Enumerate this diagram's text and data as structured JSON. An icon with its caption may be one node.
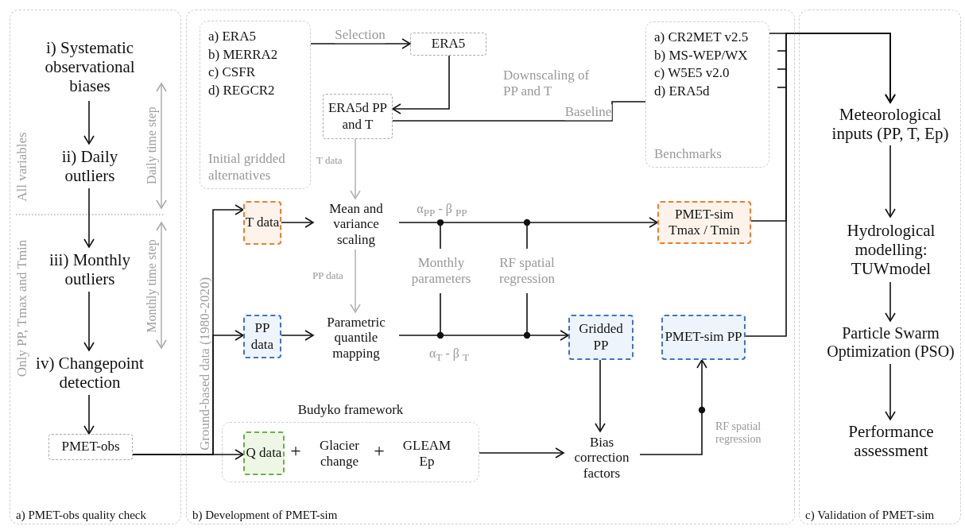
{
  "diagram": {
    "nodes": [
      {
        "text": [
          "a) PMET-obs quality check"
        ]
      },
      {
        "text": [
          "b) Development of PMET-sim"
        ]
      },
      {
        "text": [
          "c) Validation of PMET-sim"
        ]
      },
      {
        "text": [
          "i) Systematic observational biases"
        ],
        "in": 0
      },
      {
        "text": [
          "ii) Daily outliers"
        ],
        "in": 0
      },
      {
        "text": [
          "iii) Monthly outliers"
        ],
        "in": 0
      },
      {
        "text": [
          "iv) Changepoint detection"
        ],
        "in": 0
      },
      {
        "text": [
          "PMET-obs"
        ],
        "in": 0
      },
      {
        "text": [
          "a) ERA5",
          "b) MERRA2",
          "c) CSFR",
          "d) REGCR2",
          "Initial gridded alternatives"
        ],
        "in": 1
      },
      {
        "text": [
          "ERA5"
        ],
        "in": 1
      },
      {
        "text": [
          "ERA5d PP and T"
        ],
        "in": 1
      },
      {
        "text": [
          "a) CR2MET v2.5",
          "b) MS-WEP/WX",
          "c) W5E5 v2.0",
          "d) ERA5d",
          "Benchmarks"
        ],
        "in": 1
      },
      {
        "text": [
          "T data"
        ],
        "in": 1
      },
      {
        "text": [
          "Mean and variance scaling"
        ],
        "in": 1
      },
      {
        "text": [
          "PMET-sim Tmax / Tmin"
        ],
        "in": 1
      },
      {
        "text": [
          "PP data"
        ],
        "in": 1
      },
      {
        "text": [
          "Parametric quantile mapping"
        ],
        "in": 1
      },
      {
        "text": [
          "Gridded PP"
        ],
        "in": 1
      },
      {
        "text": [
          "PMET-sim PP"
        ],
        "in": 1
      },
      {
        "text": [
          "Budyko framework"
        ],
        "in": 1
      },
      {
        "text": [
          "Q data"
        ],
        "in": 19
      },
      {
        "text": [
          "Glacier change"
        ],
        "in": 19
      },
      {
        "text": [
          "GLEAM Ep"
        ],
        "in": 19
      },
      {
        "text": [
          "Bias correction factors"
        ],
        "in": 1
      },
      {
        "text": [
          "Meteorological inputs (PP, T, Ep)"
        ],
        "in": 2
      },
      {
        "text": [
          "Hydrological modelling: TUWmodel"
        ],
        "in": 2
      },
      {
        "text": [
          "Particle Swarm Optimization (PSO)"
        ],
        "in": 2
      },
      {
        "text": [
          "Performance assessment"
        ],
        "in": 2
      }
    ],
    "edges": [
      {
        "from": 3,
        "to": 4,
        "arrow": "to"
      },
      {
        "from": 4,
        "to": 5,
        "arrow": "to"
      },
      {
        "from": 5,
        "to": 6,
        "arrow": "to"
      },
      {
        "from": 6,
        "to": 7,
        "arrow": "to"
      },
      {
        "from": 7,
        "to": 12,
        "arrow": "to"
      },
      {
        "from": 7,
        "to": 15,
        "arrow": "to"
      },
      {
        "from": 7,
        "to": 20,
        "arrow": "to"
      },
      {
        "from": 8,
        "to": 9,
        "arrow": "to",
        "label": "Selection"
      },
      {
        "from": 9,
        "to": 10,
        "arrow": "to",
        "label": "Downscaling of PP and T"
      },
      {
        "from": 10,
        "to": 11,
        "arrow": "none",
        "label": "Baseline"
      },
      {
        "from": 10,
        "to": 13,
        "arrow": "to",
        "label": "T data",
        "color": "#b4b4b4"
      },
      {
        "from": 12,
        "to": 13,
        "arrow": "to"
      },
      {
        "from": 13,
        "to": 16,
        "arrow": "to",
        "label": "PP data",
        "color": "#b4b4b4"
      },
      {
        "from": 13,
        "to": 14,
        "arrow": "to",
        "label": "α$_{PP}$ - β $_{PP}$"
      },
      {
        "from": 15,
        "to": 16,
        "arrow": "to"
      },
      {
        "from": 16,
        "to": 17,
        "arrow": "to",
        "label": "α$_{T}$ - β $_{T}$"
      },
      {
        "from": 17,
        "to": 23,
        "arrow": "to"
      },
      {
        "from": 19,
        "to": 23,
        "arrow": "to"
      },
      {
        "from": 23,
        "to": 18,
        "arrow": "to",
        "label": "RF spatial regression"
      },
      {
        "from": 14,
        "to": 24,
        "arrow": "to"
      },
      {
        "from": 18,
        "to": 24,
        "arrow": "to"
      },
      {
        "from": 11,
        "to": 24,
        "arrow": "to"
      },
      {
        "from": 24,
        "to": 25,
        "arrow": "to"
      },
      {
        "from": 25,
        "to": 26,
        "arrow": "to"
      },
      {
        "from": 26,
        "to": 27,
        "arrow": "to"
      }
    ],
    "labels": [
      "All variables",
      "Only PP, Tmax and Tmin",
      "Daily time step",
      "Monthly time step",
      "Ground-based data (1980-2020)",
      "Monthly parameters",
      "RF spatial regression",
      "+",
      "+"
    ]
  }
}
